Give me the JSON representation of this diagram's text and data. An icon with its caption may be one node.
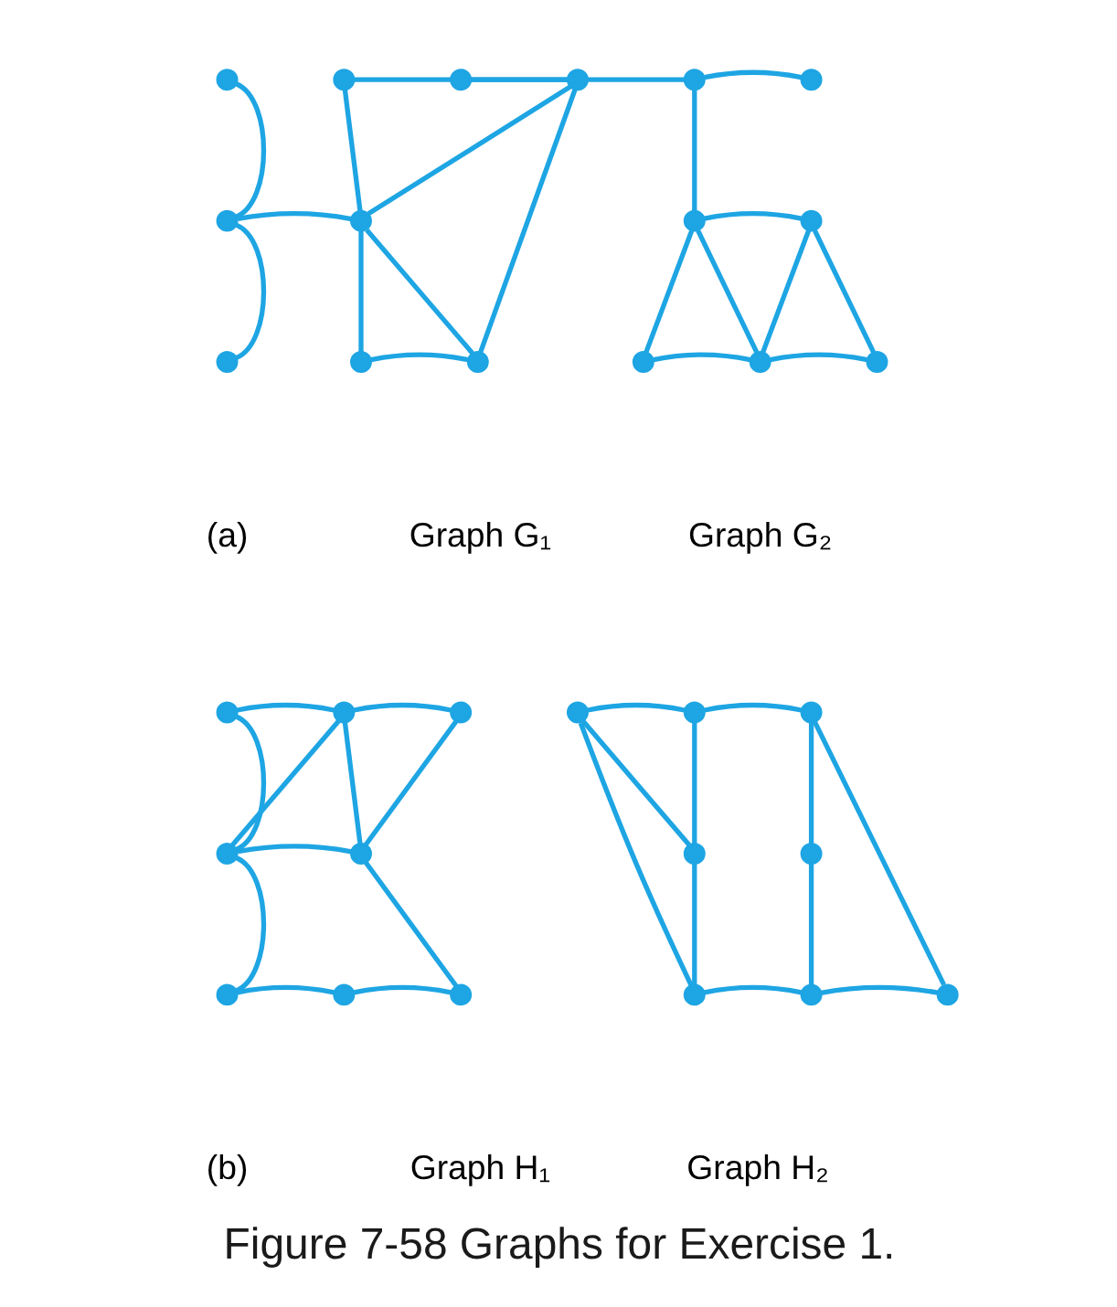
{
  "diagram": {
    "caption": "Figure 7-58 Graphs for Exercise 1.",
    "nodes": [
      {
        "text": [],
        "shape": "circle"
      },
      {
        "text": [],
        "shape": "circle"
      },
      {
        "text": [],
        "shape": "circle"
      },
      {
        "text": [],
        "shape": "circle"
      },
      {
        "text": [],
        "shape": "circle"
      },
      {
        "text": [],
        "shape": "circle"
      },
      {
        "text": [],
        "shape": "circle"
      },
      {
        "text": [],
        "shape": "circle"
      },
      {
        "text": [],
        "shape": "circle"
      },
      {
        "text": [],
        "shape": "circle"
      },
      {
        "text": [],
        "shape": "circle"
      },
      {
        "text": [],
        "shape": "circle"
      },
      {
        "text": [],
        "shape": "circle"
      },
      {
        "text": [],
        "shape": "circle"
      },
      {
        "text": [],
        "shape": "circle"
      },
      {
        "text": [],
        "shape": "circle"
      },
      {
        "text": [],
        "shape": "circle"
      },
      {
        "text": [],
        "shape": "circle"
      },
      {
        "text": [],
        "shape": "circle"
      },
      {
        "text": [],
        "shape": "circle"
      },
      {
        "text": [],
        "shape": "circle"
      },
      {
        "text": [],
        "shape": "circle"
      },
      {
        "text": [],
        "shape": "circle"
      },
      {
        "text": [],
        "shape": "circle"
      },
      {
        "text": [],
        "shape": "circle"
      },
      {
        "text": [],
        "shape": "circle"
      },
      {
        "text": [],
        "shape": "circle"
      },
      {
        "text": [],
        "shape": "circle"
      },
      {
        "text": [],
        "shape": "circle"
      },
      {
        "text": [],
        "shape": "circle"
      },
      {
        "text": [],
        "shape": "circle"
      },
      {
        "text": [],
        "shape": "circle"
      }
    ],
    "edges": [
      {
        "from": 0,
        "to": 3,
        "arrow": "none"
      },
      {
        "from": 3,
        "to": 5,
        "arrow": "none"
      },
      {
        "from": 3,
        "to": 4,
        "arrow": "none"
      },
      {
        "from": 1,
        "to": 2,
        "arrow": "none"
      },
      {
        "from": 1,
        "to": 4,
        "arrow": "none"
      },
      {
        "from": 2,
        "to": 4,
        "arrow": "none"
      },
      {
        "from": 4,
        "to": 6,
        "arrow": "none"
      },
      {
        "from": 4,
        "to": 7,
        "arrow": "none"
      },
      {
        "from": 2,
        "to": 7,
        "arrow": "none"
      },
      {
        "from": 6,
        "to": 7,
        "arrow": "none"
      },
      {
        "from": 8,
        "to": 9,
        "arrow": "none"
      },
      {
        "from": 9,
        "to": 10,
        "arrow": "none"
      },
      {
        "from": 9,
        "to": 11,
        "arrow": "none"
      },
      {
        "from": 11,
        "to": 12,
        "arrow": "none"
      },
      {
        "from": 11,
        "to": 13,
        "arrow": "none"
      },
      {
        "from": 11,
        "to": 14,
        "arrow": "none"
      },
      {
        "from": 13,
        "to": 14,
        "arrow": "none"
      },
      {
        "from": 14,
        "to": 15,
        "arrow": "none"
      },
      {
        "from": 12,
        "to": 14,
        "arrow": "none"
      },
      {
        "from": 12,
        "to": 15,
        "arrow": "none"
      },
      {
        "from": 16,
        "to": 17,
        "arrow": "none"
      },
      {
        "from": 17,
        "to": 18,
        "arrow": "none"
      },
      {
        "from": 16,
        "to": 19,
        "arrow": "none"
      },
      {
        "from": 17,
        "to": 19,
        "arrow": "none"
      },
      {
        "from": 17,
        "to": 20,
        "arrow": "none"
      },
      {
        "from": 18,
        "to": 20,
        "arrow": "none"
      },
      {
        "from": 19,
        "to": 20,
        "arrow": "none"
      },
      {
        "from": 19,
        "to": 21,
        "arrow": "none"
      },
      {
        "from": 20,
        "to": 23,
        "arrow": "none"
      },
      {
        "from": 21,
        "to": 22,
        "arrow": "none"
      },
      {
        "from": 22,
        "to": 23,
        "arrow": "none"
      },
      {
        "from": 24,
        "to": 25,
        "arrow": "none"
      },
      {
        "from": 25,
        "to": 26,
        "arrow": "none"
      },
      {
        "from": 24,
        "to": 27,
        "arrow": "none"
      },
      {
        "from": 25,
        "to": 27,
        "arrow": "none"
      },
      {
        "from": 27,
        "to": 29,
        "arrow": "none"
      },
      {
        "from": 24,
        "to": 29,
        "arrow": "none"
      },
      {
        "from": 26,
        "to": 31,
        "arrow": "none"
      },
      {
        "from": 26,
        "to": 28,
        "arrow": "none"
      },
      {
        "from": 28,
        "to": 30,
        "arrow": "none"
      },
      {
        "from": 29,
        "to": 30,
        "arrow": "none"
      },
      {
        "from": 30,
        "to": 31,
        "arrow": "none"
      }
    ],
    "labels": [
      "(a)",
      "Graph G₁",
      "Graph G₂",
      "(b)",
      "Graph H₁",
      "Graph H₂"
    ]
  }
}
